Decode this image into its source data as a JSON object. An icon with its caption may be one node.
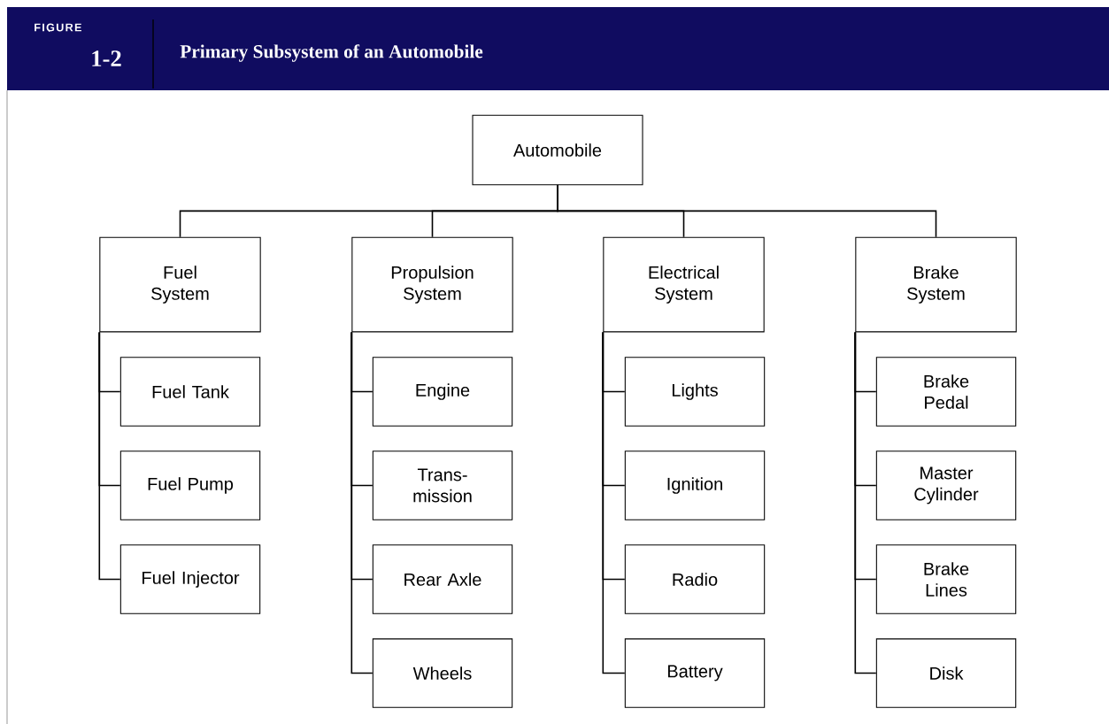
{
  "diagram": {
    "title": "Primary Subsystem of an Automobile",
    "nodes": [
      {
        "text": [
          "Automobile"
        ]
      },
      {
        "text": [
          "Fuel System"
        ]
      },
      {
        "text": [
          "Fuel Tank"
        ]
      },
      {
        "text": [
          "Fuel Pump"
        ]
      },
      {
        "text": [
          "Fuel Injector"
        ]
      },
      {
        "text": [
          "Propulsion System"
        ]
      },
      {
        "text": [
          "Engine"
        ]
      },
      {
        "text": [
          "Trans- mission"
        ]
      },
      {
        "text": [
          "Rear Axle"
        ]
      },
      {
        "text": [
          "Wheels"
        ]
      },
      {
        "text": [
          "Electrical System"
        ]
      },
      {
        "text": [
          "Lights"
        ]
      },
      {
        "text": [
          "Ignition"
        ]
      },
      {
        "text": [
          "Radio"
        ]
      },
      {
        "text": [
          "Battery"
        ]
      },
      {
        "text": [
          "Brake System"
        ]
      },
      {
        "text": [
          "Brake Pedal"
        ]
      },
      {
        "text": [
          "Master Cylinder"
        ]
      },
      {
        "text": [
          "Brake Lines"
        ]
      },
      {
        "text": [
          "Disk"
        ]
      }
    ],
    "edges": [
      {
        "from": 0,
        "to": 1,
        "arrow": "none"
      },
      {
        "from": 0,
        "to": 5,
        "arrow": "none"
      },
      {
        "from": 0,
        "to": 10,
        "arrow": "none"
      },
      {
        "from": 0,
        "to": 15,
        "arrow": "none"
      },
      {
        "from": 1,
        "to": 2,
        "arrow": "none"
      },
      {
        "from": 1,
        "to": 3,
        "arrow": "none"
      },
      {
        "from": 1,
        "to": 4,
        "arrow": "none"
      },
      {
        "from": 5,
        "to": 6,
        "arrow": "none"
      },
      {
        "from": 5,
        "to": 7,
        "arrow": "none"
      },
      {
        "from": 5,
        "to": 8,
        "arrow": "none"
      },
      {
        "from": 5,
        "to": 9,
        "arrow": "none"
      },
      {
        "from": 10,
        "to": 11,
        "arrow": "none"
      },
      {
        "from": 10,
        "to": 12,
        "arrow": "none"
      },
      {
        "from": 10,
        "to": 13,
        "arrow": "none"
      },
      {
        "from": 10,
        "to": 14,
        "arrow": "none"
      },
      {
        "from": 15,
        "to": 16,
        "arrow": "none"
      },
      {
        "from": 15,
        "to": 17,
        "arrow": "none"
      },
      {
        "from": 15,
        "to": 18,
        "arrow": "none"
      },
      {
        "from": 15,
        "to": 19,
        "arrow": "none"
      }
    ],
    "labels": [
      "FIGURE",
      "1-2"
    ]
  }
}
